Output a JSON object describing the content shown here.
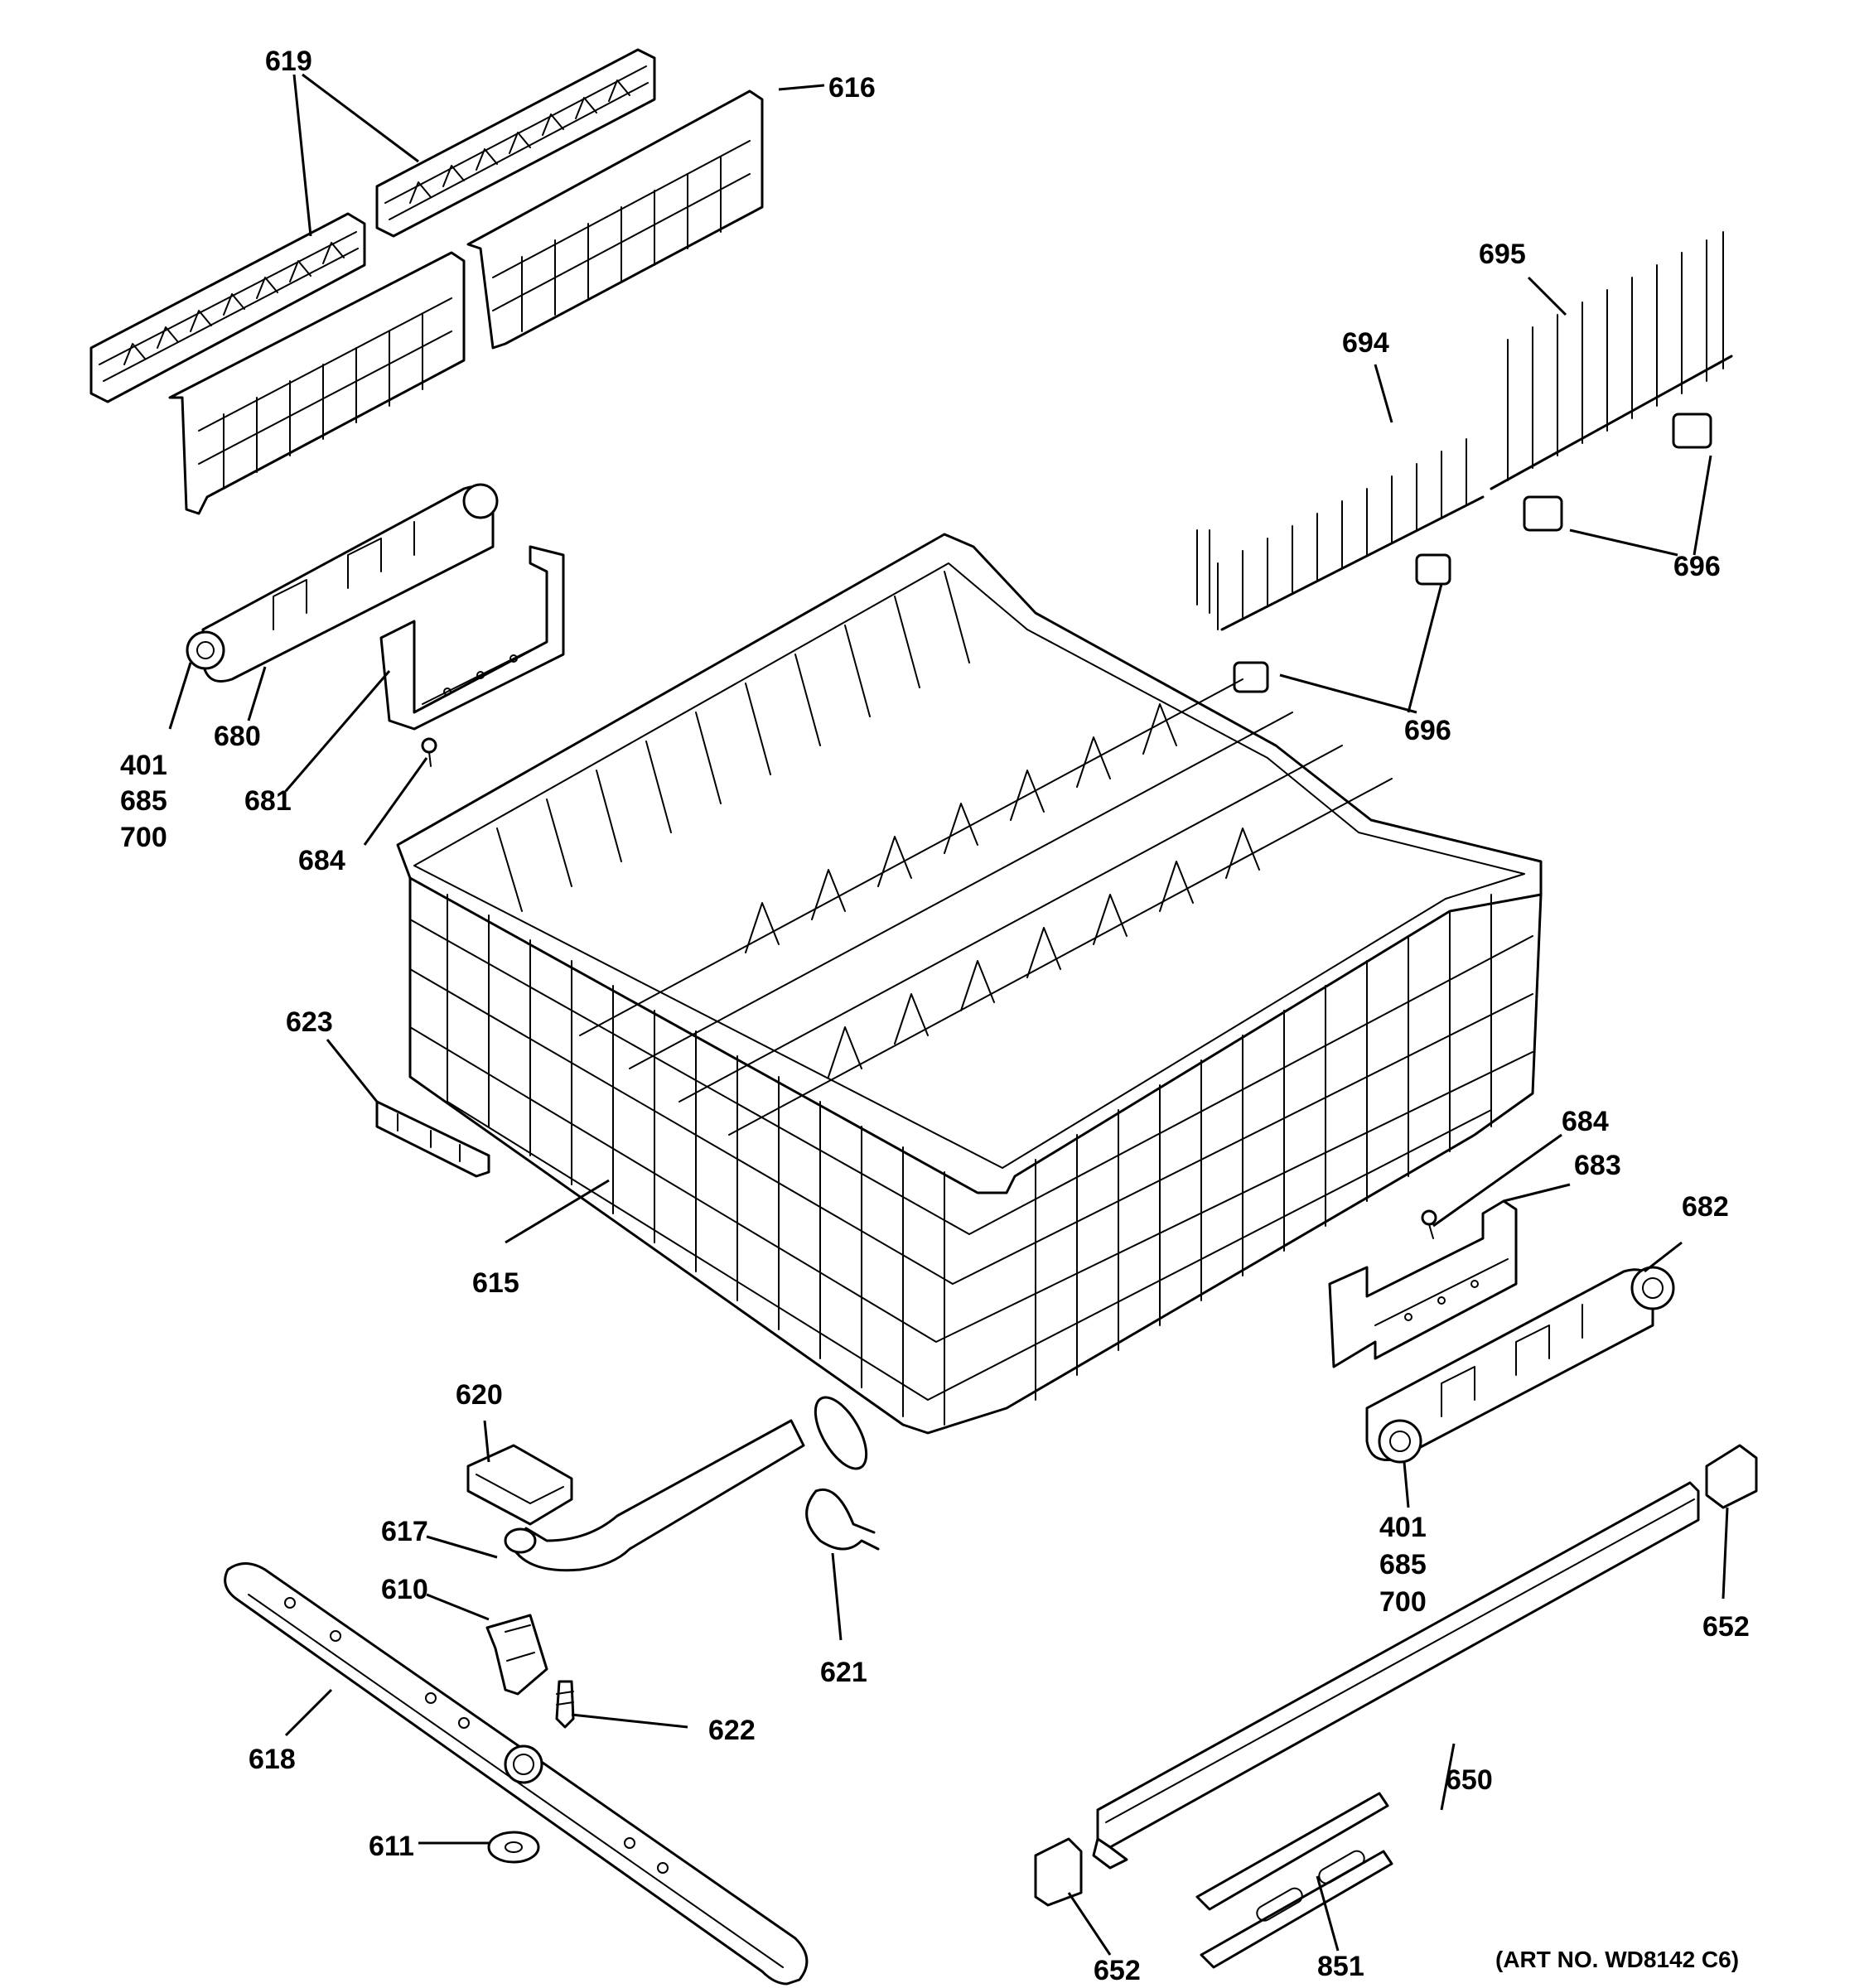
{
  "labels": {
    "l619": "619",
    "l616": "616",
    "l695": "695",
    "l694": "694",
    "l696a": "696",
    "l696b": "696",
    "l401a": "401",
    "l685a": "685",
    "l700a": "700",
    "l680": "680",
    "l681": "681",
    "l684a": "684",
    "l623": "623",
    "l615": "615",
    "l684b": "684",
    "l683": "683",
    "l682": "682",
    "l620": "620",
    "l617": "617",
    "l610": "610",
    "l621": "621",
    "l622": "622",
    "l618": "618",
    "l611": "611",
    "l401b": "401",
    "l685b": "685",
    "l700b": "700",
    "l652a": "652",
    "l650": "650",
    "l652b": "652",
    "l851": "851"
  },
  "art_number": "(ART NO. WD8142 C6)"
}
